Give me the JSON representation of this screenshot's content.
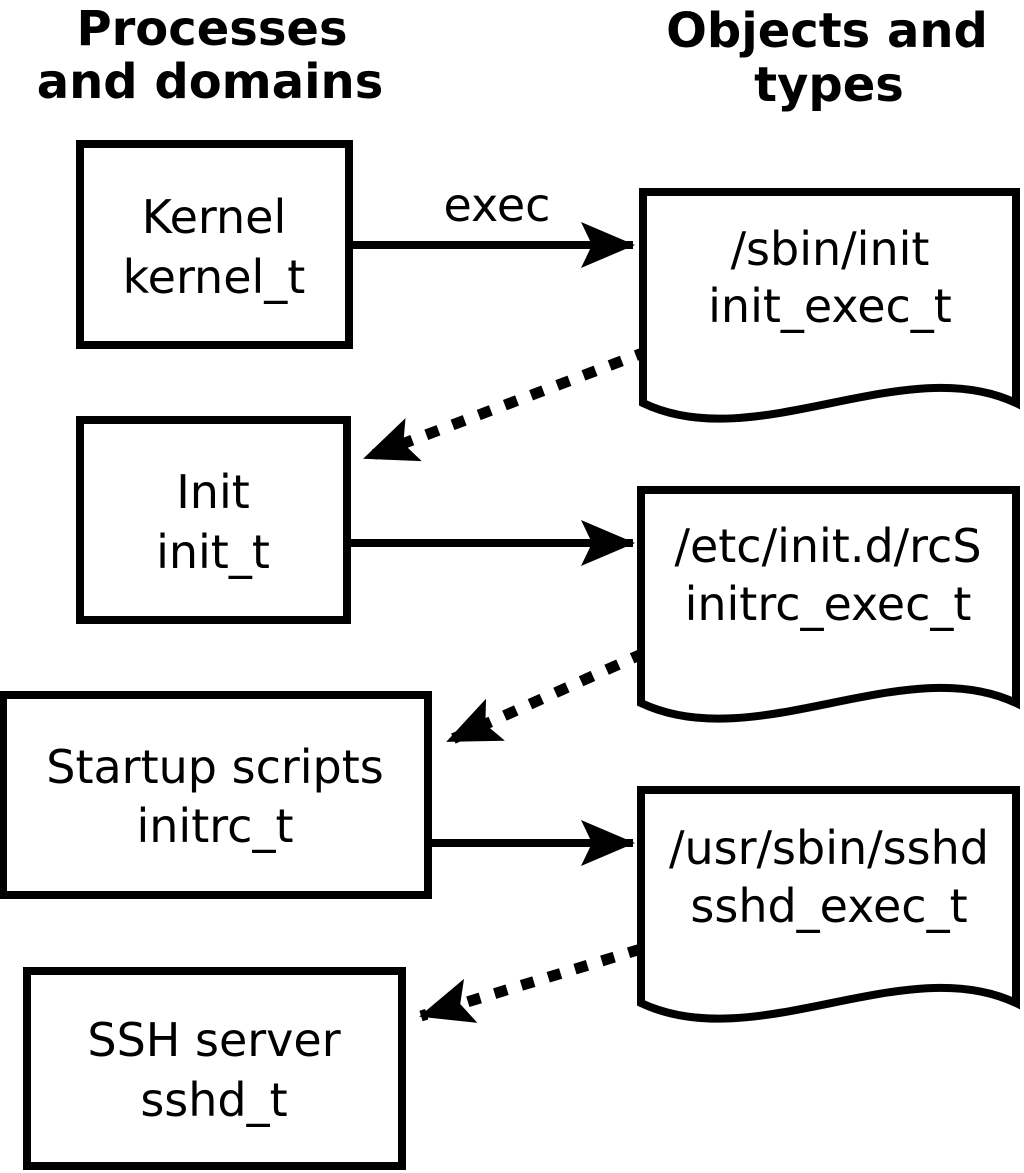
{
  "colors": {
    "ink": "#000000",
    "background": "#ffffff"
  },
  "headers": {
    "left": {
      "line1": "Processes",
      "line2": "and domains"
    },
    "right": {
      "line1": "Objects and",
      "line2": "types"
    }
  },
  "edge_labels": {
    "exec": "exec"
  },
  "processes": [
    {
      "title": "Kernel",
      "type": "kernel_t"
    },
    {
      "title": "Init",
      "type": "init_t"
    },
    {
      "title": "Startup scripts",
      "type": "initrc_t"
    },
    {
      "title": "SSH server",
      "type": "sshd_t"
    }
  ],
  "objects": [
    {
      "path": "/sbin/init",
      "type": "init_exec_t"
    },
    {
      "path": "/etc/init.d/rcS",
      "type": "initrc_exec_t"
    },
    {
      "path": "/usr/sbin/sshd",
      "type": "sshd_exec_t"
    }
  ]
}
